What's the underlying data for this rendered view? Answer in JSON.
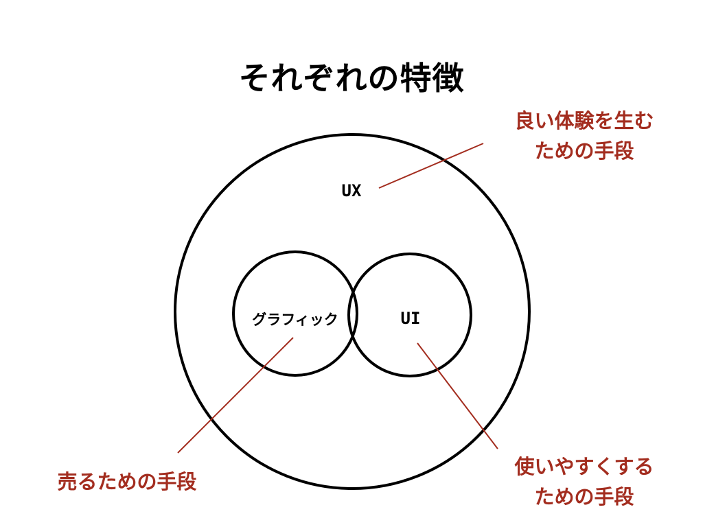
{
  "slide": {
    "title": "それぞれの特徴"
  },
  "diagram": {
    "outer_circle_label": "UX",
    "left_circle_label": "グラフィック",
    "right_circle_label": "UI"
  },
  "callouts": {
    "ux": {
      "line1": "良い体験を生む",
      "line2": "ための手段"
    },
    "graphic": {
      "line1": "売るための手段"
    },
    "ui": {
      "line1": "使いやすくする",
      "line2": "ための手段"
    }
  },
  "colors": {
    "outline": "#000000",
    "callout": "#a32d1f",
    "background": "#ffffff"
  }
}
